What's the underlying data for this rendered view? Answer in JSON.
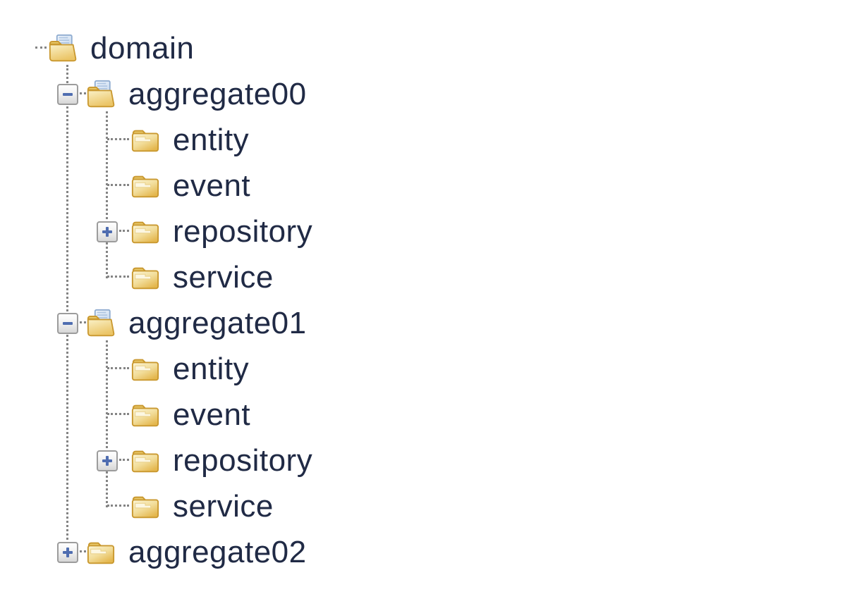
{
  "tree": {
    "rows": [
      {
        "label": "domain",
        "level": 0,
        "icon": "folder-open",
        "toggle": "none",
        "state": "expanded"
      },
      {
        "label": "aggregate00",
        "level": 1,
        "icon": "folder-open",
        "toggle": "collapse",
        "state": "expanded"
      },
      {
        "label": "entity",
        "level": 2,
        "icon": "folder-closed",
        "toggle": "none",
        "state": "leaf"
      },
      {
        "label": "event",
        "level": 2,
        "icon": "folder-closed",
        "toggle": "none",
        "state": "leaf"
      },
      {
        "label": "repository",
        "level": 2,
        "icon": "folder-closed",
        "toggle": "expand",
        "state": "collapsed"
      },
      {
        "label": "service",
        "level": 2,
        "icon": "folder-closed",
        "toggle": "none",
        "state": "leaf"
      },
      {
        "label": "aggregate01",
        "level": 1,
        "icon": "folder-open",
        "toggle": "collapse",
        "state": "expanded"
      },
      {
        "label": "entity",
        "level": 2,
        "icon": "folder-closed",
        "toggle": "none",
        "state": "leaf"
      },
      {
        "label": "event",
        "level": 2,
        "icon": "folder-closed",
        "toggle": "none",
        "state": "leaf"
      },
      {
        "label": "repository",
        "level": 2,
        "icon": "folder-closed",
        "toggle": "expand",
        "state": "collapsed"
      },
      {
        "label": "service",
        "level": 2,
        "icon": "folder-closed",
        "toggle": "none",
        "state": "leaf"
      },
      {
        "label": "aggregate02",
        "level": 1,
        "icon": "folder-closed",
        "toggle": "expand",
        "state": "collapsed"
      }
    ]
  },
  "colors": {
    "background": "#FFFFFF",
    "text": "#202A45",
    "connector_gray": "#848484",
    "toggle_border": "#9C9C9C",
    "toggle_sign_blue": "#4F6DB0",
    "folder_border_gold": "#C9982F",
    "folder_fill_light": "#FBF3CC",
    "folder_fill_dark": "#E7C05A",
    "page_blue_light": "#E9F1FA",
    "page_blue_edge": "#8FACD0"
  }
}
